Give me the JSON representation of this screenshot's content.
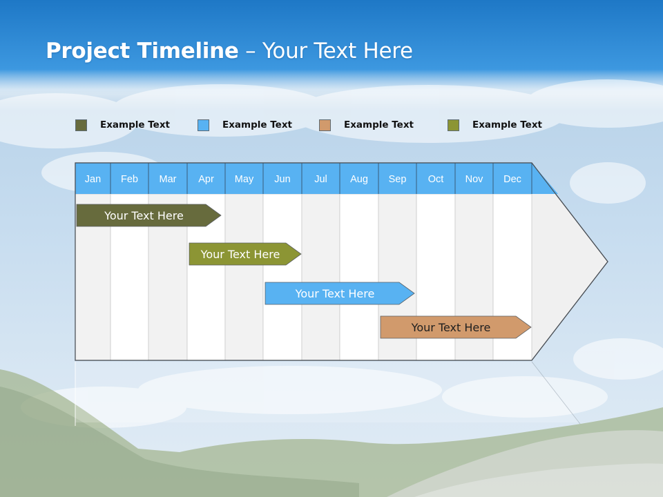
{
  "slide": {
    "title_bold": "Project Timeline",
    "title_rest": " – Your Text Here"
  },
  "legend": [
    {
      "label": "Example Text",
      "color": "#676b3d"
    },
    {
      "label": "Example Text",
      "color": "#58b2f2"
    },
    {
      "label": "Example Text",
      "color": "#d19a6c"
    },
    {
      "label": "Example Text",
      "color": "#8c9534"
    }
  ],
  "timeline": {
    "months": [
      "Jan",
      "Feb",
      "Mar",
      "Apr",
      "May",
      "Jun",
      "Jul",
      "Aug",
      "Sep",
      "Oct",
      "Nov",
      "Dec"
    ],
    "header_color": "#58b2f2",
    "bars": [
      {
        "label": "Your  Text Here",
        "color": "#676b3d",
        "text_color": "#ffffff",
        "start_month": "Jan",
        "end_month": "Apr"
      },
      {
        "label": "Your  Text Here",
        "color": "#8c9534",
        "text_color": "#ffffff",
        "start_month": "Apr",
        "end_month": "Jun"
      },
      {
        "label": "Your  Text Here",
        "color": "#58b2f2",
        "text_color": "#ffffff",
        "start_month": "Jun",
        "end_month": "Sep"
      },
      {
        "label": "Your  Text Here",
        "color": "#d19a6c",
        "text_color": "#1f1f1f",
        "start_month": "Sep",
        "end_month": "Dec"
      }
    ]
  }
}
